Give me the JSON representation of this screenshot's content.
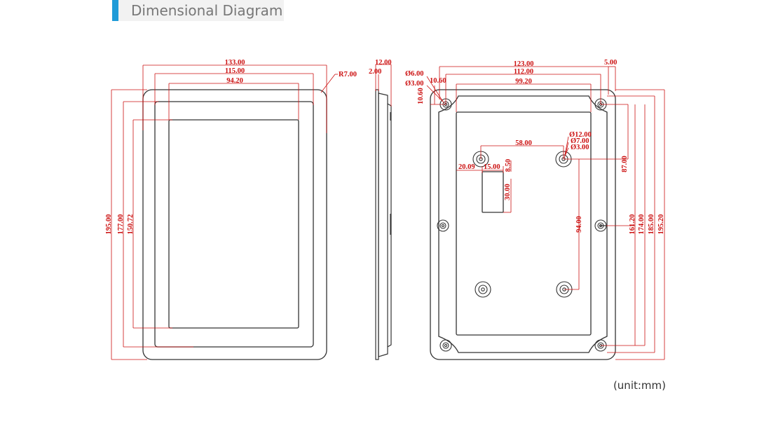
{
  "header": {
    "title": "Dimensional Diagram"
  },
  "footer": {
    "unit_note": "(unit:mm)"
  },
  "colors": {
    "accent": "#1f9bd8",
    "dimension": "#cc1111",
    "outline": "#333333"
  },
  "front_view": {
    "width_outer": "133.00",
    "width_mid": "115.00",
    "width_screen": "94.20",
    "corner_radius": "R7.00",
    "height_outer": "195.00",
    "height_mid": "177.00",
    "height_screen": "150.72"
  },
  "side_view": {
    "depth_total": "12.00",
    "depth_bezel": "2.00"
  },
  "back_view": {
    "width_holes": "123.00",
    "width_inner": "112.00",
    "width_panel": "99.20",
    "offset_right": "5.00",
    "hole_outer_dia": "Ø6.00",
    "hole_inner_dia": "Ø3.00",
    "hole_offset_x": "10.60",
    "hole_offset_y": "10.60",
    "standoff_dia_outer": "Ø12.00",
    "standoff_dia_mid": "Ø7.00",
    "standoff_dia_inner": "Ø3.00",
    "standoff_spacing_x": "58.00",
    "standoff_spacing_y": "87.00",
    "connector_offset_x": "20.09",
    "connector_width": "15.00",
    "connector_offset_y": "8.50",
    "connector_height": "30.00",
    "standoff_offset_y": "94.00",
    "height_holes_mid": "161.20",
    "height_holes": "174.00",
    "height_inner": "185.00",
    "height_outer": "195.20"
  }
}
